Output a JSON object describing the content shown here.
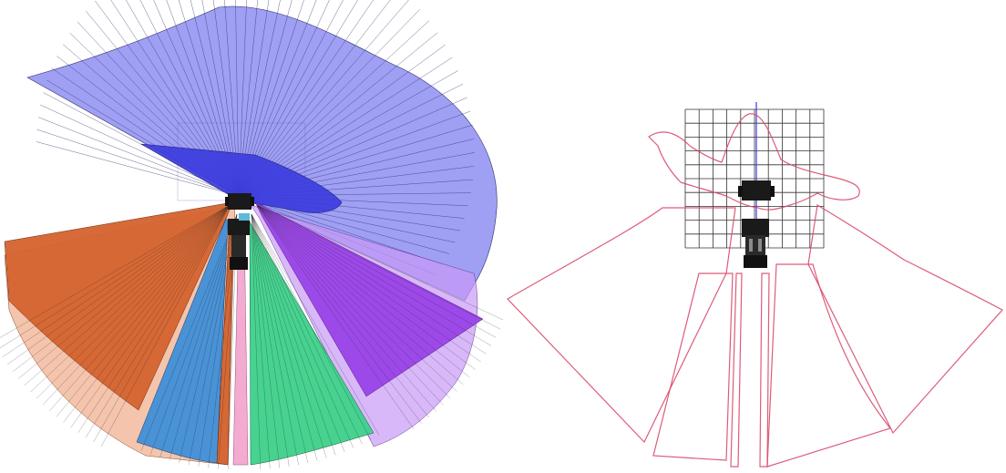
{
  "image": {
    "panels": [
      {
        "name": "left",
        "description_elements": [
          "blue-canopy-fan",
          "dark-blue-wedge",
          "orange-fan-left",
          "light-orange-fan",
          "blue-fan",
          "thin-orange-fan",
          "pink-fan",
          "green-fan",
          "purple-fan",
          "light-purple-fan",
          "robot-vehicle"
        ]
      },
      {
        "name": "right",
        "description_elements": [
          "grid",
          "vertical-axis-line",
          "red-boundary-outlines",
          "robot-vehicle"
        ]
      }
    ],
    "colors": {
      "blue_canopy": "#7f7ff0",
      "dark_blue": "#3a3adf",
      "orange": "#d4632e",
      "light_orange": "#f0b090",
      "blue": "#3f8fd8",
      "green": "#3dd08a",
      "purple": "#9a42e8",
      "light_purple": "#c79af5",
      "pink": "#f3a7d0",
      "red_outline": "#d94a6a",
      "grid": "#333333",
      "robot": "#1a1a1a"
    }
  }
}
